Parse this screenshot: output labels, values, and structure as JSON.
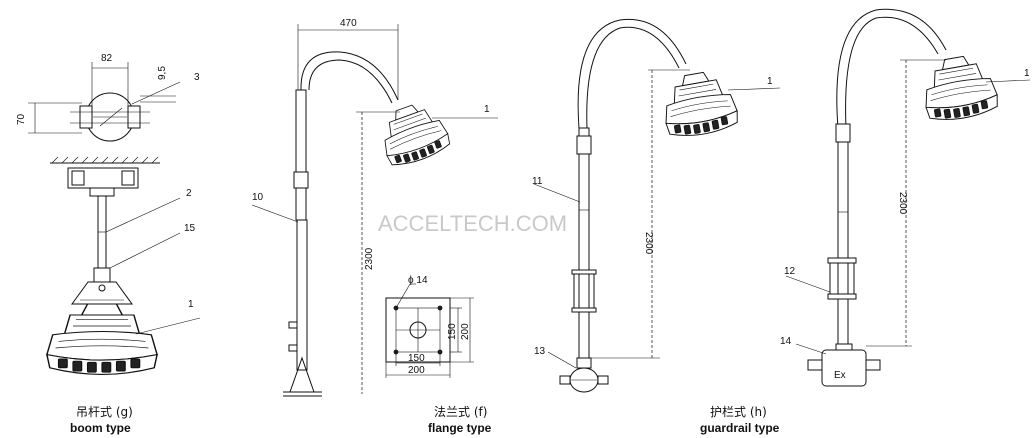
{
  "watermark": "ACCELTECH.COM",
  "boom": {
    "dim_width": "82",
    "dim_offset": "9,5",
    "dim_height": "70",
    "callouts": [
      "3",
      "2",
      "15",
      "1"
    ],
    "caption_cn": "吊杆式 (g)",
    "caption_en": "boom type"
  },
  "flange": {
    "dim_arm": "470",
    "dim_height": "2300",
    "callouts": [
      "1",
      "10"
    ],
    "plate": {
      "hole": "ϕ 14",
      "inner_h": "150",
      "outer_h": "200",
      "inner_w": "150",
      "outer_w": "200"
    },
    "caption_cn": "法兰式 (f)",
    "caption_en": "flange type"
  },
  "guardrail": {
    "dim_height": "2300",
    "callouts": [
      "1",
      "11",
      "13"
    ],
    "caption_cn": "护栏式 (h)",
    "caption_en": "guardrail type"
  },
  "junction": {
    "dim_height": "2300",
    "callouts": [
      "1",
      "12",
      "14"
    ],
    "box_text": "Ex"
  }
}
